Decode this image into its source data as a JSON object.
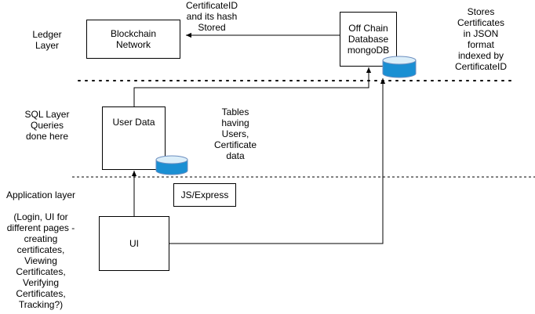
{
  "layers": {
    "ledger": "Ledger\nLayer",
    "sql": "SQL Layer\nQueries\ndone here",
    "application": "Application layer"
  },
  "nodes": {
    "blockchain": "Blockchain\nNetwork",
    "offchain_db": "Off Chain\nDatabase\nmongoDB",
    "user_data": "User Data",
    "js_express": "JS/Express",
    "ui": "UI"
  },
  "annotations": {
    "certificate_stored": "CertificateID\nand its hash\nStored",
    "stores_certificates": "Stores\nCertificates\nin JSON\nformat\nindexed by\nCertificateID",
    "tables": "Tables\nhaving\nUsers,\nCertificate\ndata",
    "app_pages": "(Login, UI for\ndifferent pages -\ncreating\ncertificates,\nViewing\nCertificates,\nVerifying\nCertificates,\nTracking?)"
  },
  "icons": {
    "database": "database-cylinder-icon"
  },
  "colors": {
    "cylinder_top": "#dbeef9",
    "cylinder_body": "#1a8fd3",
    "line": "#000000"
  }
}
